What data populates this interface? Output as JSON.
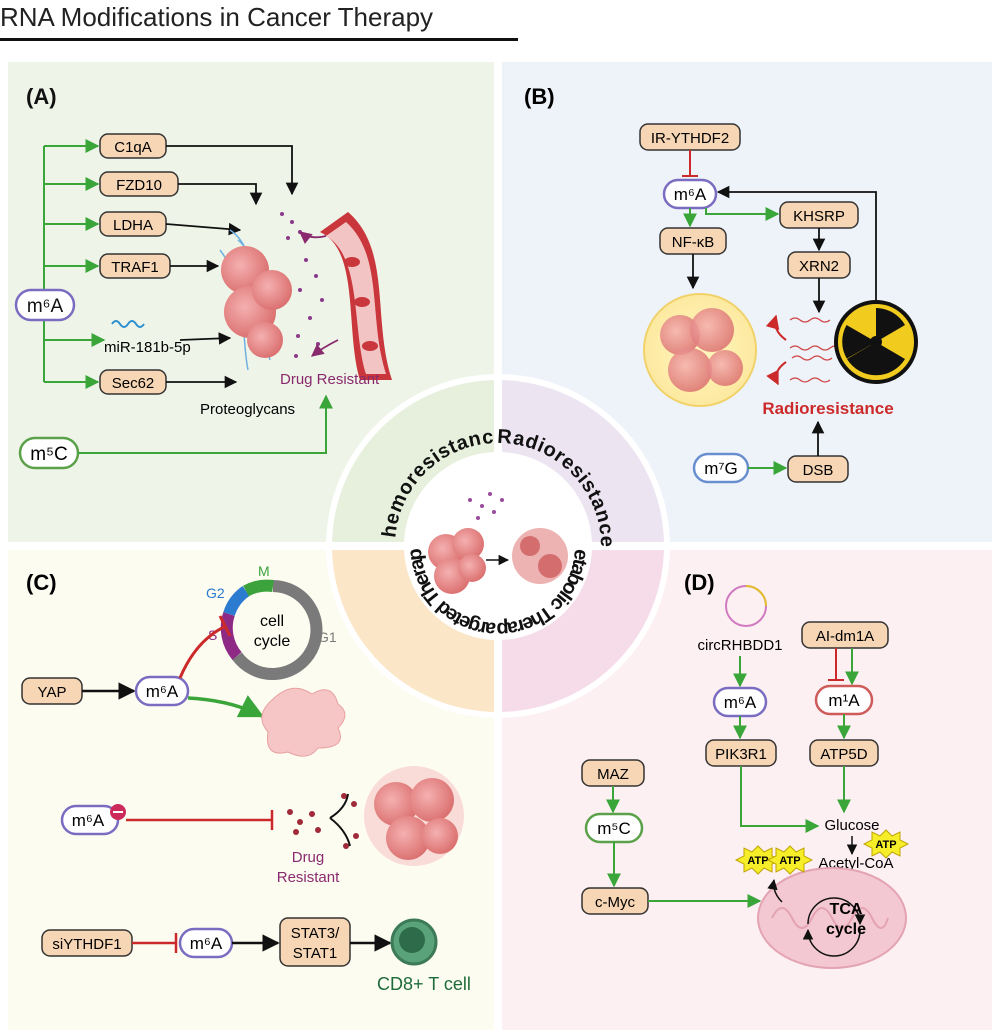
{
  "header": {
    "title": "RNA Modifications in Cancer Therapy"
  },
  "center": {
    "chemo": "Chemoresistance",
    "radio": "Radioresistance",
    "targeted": "Targeted Therapy",
    "metabolic": "Metabolic Therapy"
  },
  "panelA": {
    "label": "(A)",
    "m6a": "m⁶A",
    "m5c": "m⁵C",
    "targets": [
      "C1qA",
      "FZD10",
      "LDHA",
      "TRAF1",
      "miR-181b-5p",
      "Sec62"
    ],
    "proteoglycans": "Proteoglycans",
    "drug_resistant": "Drug Resistant"
  },
  "panelB": {
    "label": "(B)",
    "ir_ythdf2": "IR-YTHDF2",
    "m6a": "m⁶A",
    "nfkb": "NF-κB",
    "khsrp": "KHSRP",
    "xrn2": "XRN2",
    "radioresistance": "Radioresistance",
    "m7g": "m⁷G",
    "dsb": "DSB"
  },
  "panelC": {
    "label": "(C)",
    "yap": "YAP",
    "m6a": "m⁶A",
    "cell_cycle_1": "cell",
    "cell_cycle_2": "cycle",
    "phase_g1": "G1",
    "phase_g2": "G2",
    "phase_m": "M",
    "phase_s": "S",
    "drug": "Drug",
    "resistant": "Resistant",
    "siythdf1": "siYTHDF1",
    "stat_1": "STAT3/",
    "stat_2": "STAT1",
    "cd8": "CD8+ T cell",
    "colors": {
      "G1": "#7a7a7a",
      "G2": "#2b7bd0",
      "M": "#3ca33c",
      "S": "#8e2a86"
    }
  },
  "panelD": {
    "label": "(D)",
    "circ": "circRHBDD1",
    "m6a": "m⁶A",
    "pik3r1": "PIK3R1",
    "aidm1a": "AI-dm1A",
    "m1a": "m¹A",
    "atp5d": "ATP5D",
    "maz": "MAZ",
    "m5c": "m⁵C",
    "cmyc": "c-Myc",
    "glucose": "Glucose",
    "acetyl": "Acetyl-CoA",
    "atp": "ATP",
    "tca_1": "TCA",
    "tca_2": "cycle"
  }
}
